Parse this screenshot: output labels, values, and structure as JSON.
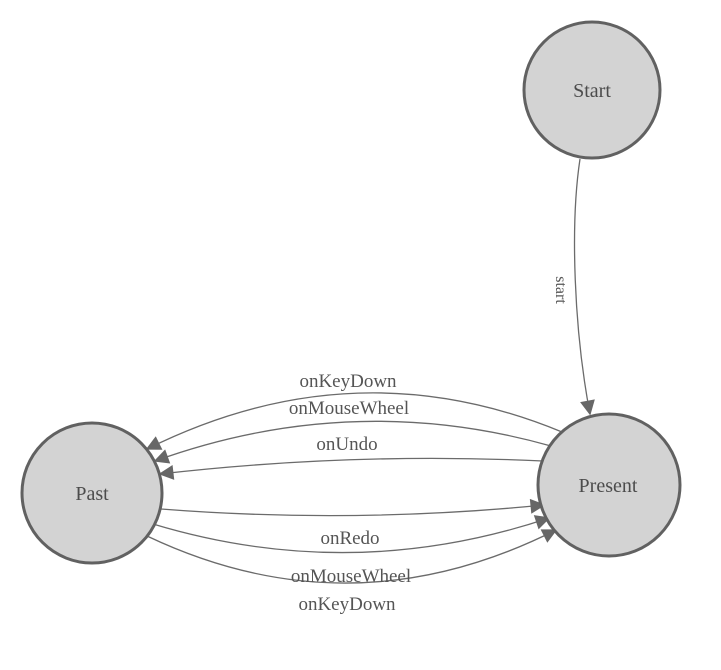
{
  "diagram": {
    "type": "state-machine",
    "background_color": "#ffffff",
    "colors": {
      "node_fill": "#d3d3d3",
      "node_stroke": "#616161",
      "edge_stroke": "#6b6b6b",
      "arrow_fill": "#676767",
      "text": "#4c4c4c"
    },
    "nodes": [
      {
        "id": "start",
        "label": "Start"
      },
      {
        "id": "present",
        "label": "Present"
      },
      {
        "id": "past",
        "label": "Past"
      }
    ],
    "edges": [
      {
        "from": "Start",
        "to": "Present",
        "label": "start"
      },
      {
        "from": "Present",
        "to": "Past",
        "label": "onKeyDown"
      },
      {
        "from": "Present",
        "to": "Past",
        "label": "onMouseWheel"
      },
      {
        "from": "Present",
        "to": "Past",
        "label": "onUndo"
      },
      {
        "from": "Past",
        "to": "Present",
        "label": "onRedo"
      },
      {
        "from": "Past",
        "to": "Present",
        "label": "onMouseWheel"
      },
      {
        "from": "Past",
        "to": "Present",
        "label": "onKeyDown"
      }
    ]
  }
}
